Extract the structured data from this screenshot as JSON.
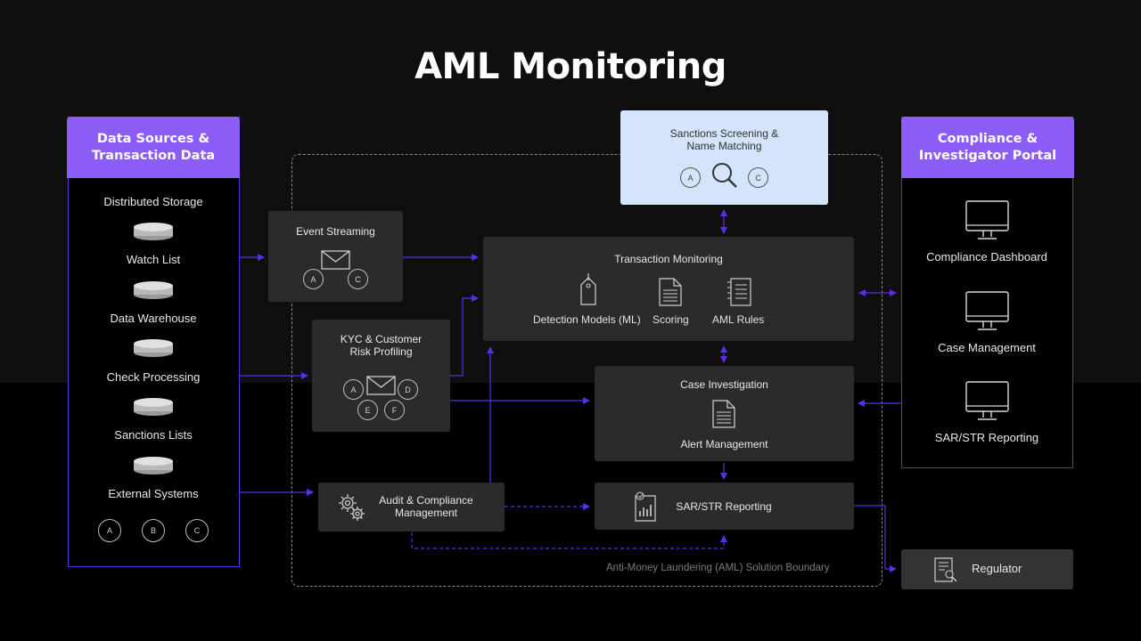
{
  "title": "AML Monitoring",
  "data_sources": {
    "header": "Data Sources &\nTransaction Data",
    "items": [
      "Distributed Storage",
      "Watch List",
      "Data Warehouse",
      "Check Processing",
      "Sanctions Lists",
      "External Systems"
    ],
    "badges": [
      "A",
      "B",
      "C"
    ]
  },
  "event_streaming": {
    "title": "Event Streaming",
    "badges": [
      "A",
      "C"
    ]
  },
  "kyc": {
    "title": "KYC & Customer\nRisk Profiling",
    "badges": [
      "A",
      "D",
      "E",
      "F"
    ]
  },
  "audit": {
    "title": "Audit & Compliance\nManagement"
  },
  "sanctions": {
    "title": "Sanctions Screening &\nName Matching",
    "badges": [
      "A",
      "C"
    ]
  },
  "transaction_monitoring": {
    "title": "Transaction Monitoring",
    "items": [
      "Detection Models (ML)",
      "Scoring",
      "AML Rules"
    ]
  },
  "case_investigation": {
    "title": "Case Investigation",
    "sub": "Alert Management"
  },
  "sar_reporting": {
    "title": "SAR/STR Reporting"
  },
  "portal": {
    "header": "Compliance &\nInvestigator Portal",
    "items": [
      "Compliance Dashboard",
      "Case Management",
      "SAR/STR Reporting"
    ]
  },
  "regulator": {
    "label": "Regulator"
  },
  "boundary_label": "Anti-Money Laundering (AML) Solution Boundary",
  "colors": {
    "accent": "#8b5cf6",
    "line": "#5b2ee6",
    "box": "#2b2b2b",
    "sanctions_bg": "#d3e4fb"
  }
}
